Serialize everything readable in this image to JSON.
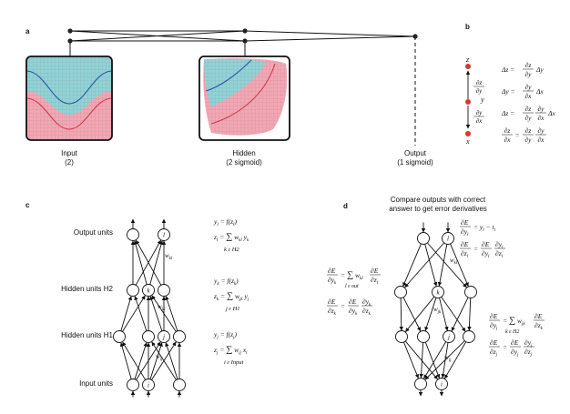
{
  "panels": {
    "a": {
      "label": "a",
      "input": {
        "name": "Input",
        "detail": "(2)"
      },
      "hidden": {
        "name": "Hidden",
        "detail": "(2 sigmoid)"
      },
      "output": {
        "name": "Output",
        "detail": "(1 sigmoid)"
      },
      "colors": {
        "region_top": "#8fd3d6",
        "region_bottom": "#f2a7b4",
        "curve_blue": "#2a55a8",
        "curve_red": "#d03a4a",
        "grid": "#c98a98"
      }
    },
    "b": {
      "label": "b",
      "nodes": [
        "z",
        "y",
        "x"
      ],
      "arrow_up_num": "∂z",
      "arrow_up_den": "∂y",
      "arrow_down_num": "∂y",
      "arrow_down_den": "∂x",
      "eq1": {
        "lhs": "Δz =",
        "num": "∂z",
        "den": "∂y",
        "rhs": "Δy"
      },
      "eq2": {
        "lhs": "Δy =",
        "num": "∂y",
        "den": "∂x",
        "rhs": "Δx"
      },
      "eq3": {
        "lhs": "Δz =",
        "num1": "∂z",
        "den1": "∂y",
        "num2": "∂y",
        "den2": "∂x",
        "rhs": "Δx"
      },
      "eq4": {
        "lhs_num": "∂z",
        "lhs_den": "∂x",
        "num1": "∂z",
        "den1": "∂y",
        "num2": "∂y",
        "den2": "∂x"
      },
      "node_color": "#d9372f"
    },
    "c": {
      "label": "c",
      "layers": [
        "Output units",
        "Hidden units H2",
        "Hidden units H1",
        "Input units"
      ],
      "node_letters": {
        "output": "l",
        "h2": "k",
        "h1": "j",
        "input": "i"
      },
      "weights": {
        "kl": "w",
        "kl_sub": "kl",
        "jk": "w",
        "jk_sub": "jk",
        "ij": "w",
        "ij_sub": "ij"
      },
      "eqs": {
        "out_y": "y_l = f(z_l)",
        "out_z": "z_l = ∑ w_kl y_k",
        "out_sub": "k ε H2",
        "h2_y": "y_k = f(z_k)",
        "h2_z": "z_k = ∑ w_jk y_j",
        "h2_sub": "j ε H1",
        "h1_y": "y_j = f(z_j)",
        "h1_z": "z_j = ∑ w_ij x_i",
        "h1_sub": "i ε Input"
      }
    },
    "d": {
      "label": "d",
      "caption_line1": "Compare outputs with correct",
      "caption_line2": "answer to get error derivatives",
      "node_letters": {
        "output": "l",
        "h2": "k",
        "h1": "j",
        "input": "i"
      },
      "eq_out1_lhs_num": "∂E",
      "eq_out1_lhs_den": "∂y_l",
      "eq_out1_rhs": "= y_l − t_l",
      "eq_out2": "∂E/∂z_l = ∂E/∂y_l · ∂y_l/∂z_l",
      "eq_h2_sum": "l ε out",
      "eq_h1_sum": "k ε H2"
    }
  }
}
